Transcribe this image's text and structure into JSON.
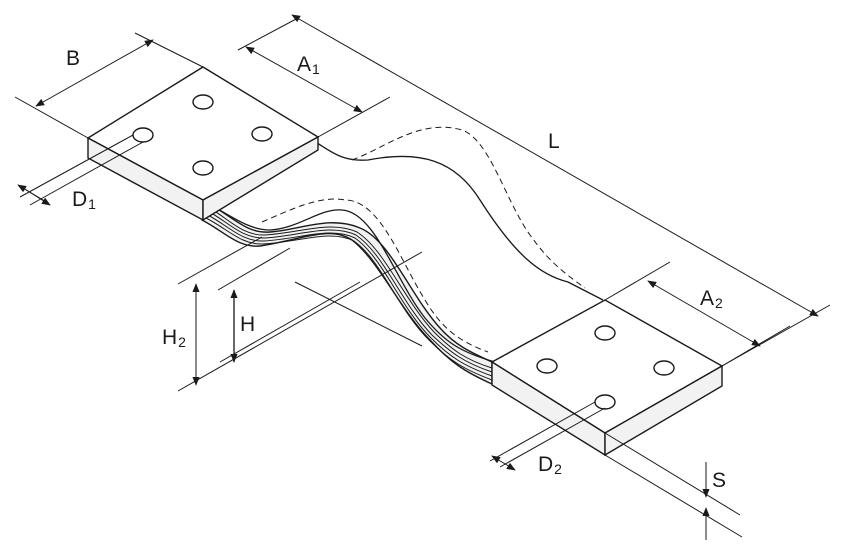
{
  "diagram": {
    "labels": {
      "b": "B",
      "a1_main": "A",
      "a1_sub": "1",
      "l": "L",
      "d1_main": "D",
      "d1_sub": "1",
      "h2_main": "H",
      "h2_sub": "2",
      "h": "H",
      "a2_main": "A",
      "a2_sub": "2",
      "d2_main": "D",
      "d2_sub": "2",
      "s": "S"
    }
  }
}
